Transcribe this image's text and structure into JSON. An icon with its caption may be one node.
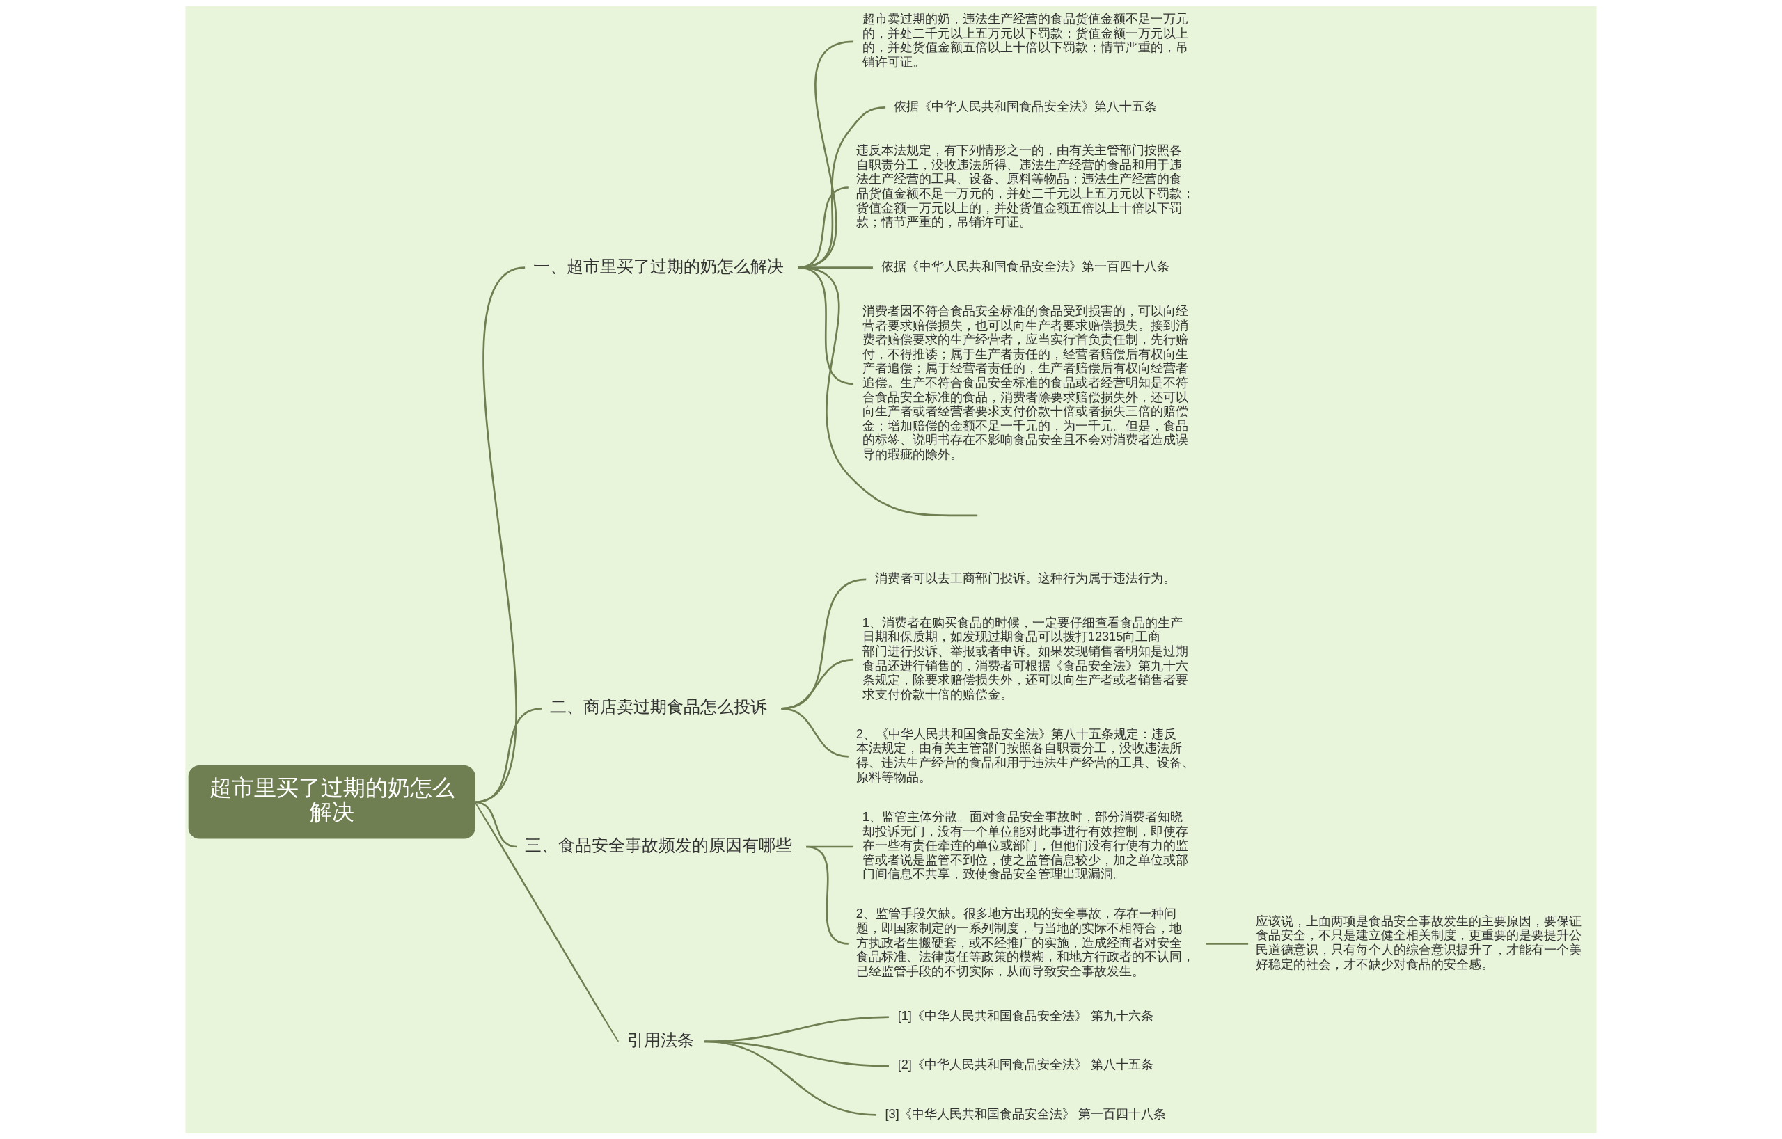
{
  "diagram": {
    "nodes": [
      {
        "text": [
          "超市里买了过期的奶怎么解决"
        ]
      },
      {
        "text": [
          "一、超市里买了过期的奶怎么解决"
        ]
      },
      {
        "text": [
          "超市卖过期的奶，违法生产经营的食品货值金额不足一万元的，并处二千元以上五万元以下罚款；货值金额一万元以上的，并处货值金额五倍以上十倍以下罚款；情节严重的，吊销许可证。"
        ]
      },
      {
        "text": [
          "依据《中华人民共和国食品安全法》第八十五条"
        ]
      },
      {
        "text": [
          "违反本法规定，有下列情形之一的，由有关主管部门按照各自职责分工，没收违法所得、违法生产经营的食品和用于违法生产经营的工具、设备、原料等物品；违法生产经营的食品货值金额不足一万元的，并处二千元以上五万元以下罚款；货值金额一万元以上的，并处货值金额五倍以上十倍以下罚款；情节严重的，吊销许可证。"
        ]
      },
      {
        "text": [
          "依据《中华人民共和国食品安全法》第一百四十八条"
        ]
      },
      {
        "text": [
          "消费者因不符合食品安全标准的食品受到损害的，可以向经营者要求赔偿损失，也可以向生产者要求赔偿损失。接到消费者赔偿要求的生产经营者，应当实行首负责任制，先行赔付，不得推诿；属于生产者责任的，经营者赔偿后有权向生产者追偿；属于经营者责任的，生产者赔偿后有权向经营者追偿。生产不符合食品安全标准的食品或者经营明知是不符合食品安全标准的食品，消费者除要求赔偿损失外，还可以向生产者或者经营者要求支付价款十倍或者损失三倍的赔偿金；增加赔偿的金额不足一千元的，为一千元。但是，食品的标签、说明书存在不影响食品安全且不会对消费者造成误导的瑕疵的除外。"
        ]
      },
      {
        "text": [
          "二、商店卖过期食品怎么投诉"
        ]
      },
      {
        "text": [
          "消费者可以去工商部门投诉。这种行为属于违法行为。"
        ]
      },
      {
        "text": [
          "1、消费者在购买食品的时候，一定要仔细查看食品的生产日期和保质期，如发现过期食品可以拨打12315向工商部门进行投诉、举报或者申诉。如果发现销售者明知是过期食品还进行销售的，消费者可根据《食品安全法》第九十六条规定，除要求赔偿损失外，还可以向生产者或者销售者要求支付价款十倍的赔偿金。"
        ]
      },
      {
        "text": [
          "2、《中华人民共和国食品安全法》第八十五条规定：违反本法规定，由有关主管部门按照各自职责分工，没收违法所得、违法生产经营的食品和用于违法生产经营的工具、设备、原料等物品。"
        ]
      },
      {
        "text": [
          "三、食品安全事故频发的原因有哪些"
        ]
      },
      {
        "text": [
          "1、监管主体分散。面对食品安全事故时，部分消费者知晓却投诉无门，没有一个单位能对此事进行有效控制，即使存在一些有责任牵连的单位或部门，但他们没有行使有力的监管或者说是监管不到位，使之监管信息较少，加之单位或部门间信息不共享，致使食品安全管理出现漏洞。"
        ]
      },
      {
        "text": [
          "2、监管手段欠缺。很多地方出现的安全事故，存在一种问题，即国家制定的一系列制度，与当地的实际不相符合，地方执政者生搬硬套，或不经推广的实施，造成经商者对安全食品标准、法律责任等政策的模糊，和地方行政者的不认同，已经监管手段的不切实际，从而导致安全事故发生。"
        ]
      },
      {
        "text": [
          "应该说，上面两项是食品安全事故发生的主要原因，要保证食品安全，不只是建立健全相关制度，更重要的是要提升公民道德意识，只有每个人的综合意识提升了，才能有一个美好稳定的社会，才不缺少对食品的安全感。"
        ]
      },
      {
        "text": [
          "引用法条"
        ]
      },
      {
        "text": [
          "[1]《中华人民共和国食品安全法》 第九十六条"
        ]
      },
      {
        "text": [
          "[2]《中华人民共和国食品安全法》 第八十五条"
        ]
      },
      {
        "text": [
          "[3]《中华人民共和国食品安全法》 第一百四十八条"
        ]
      }
    ],
    "edges": [
      {
        "from": 0,
        "to": 1,
        "arrow": "none"
      },
      {
        "from": 1,
        "to": 2,
        "arrow": "none"
      },
      {
        "from": 1,
        "to": 3,
        "arrow": "none"
      },
      {
        "from": 1,
        "to": 4,
        "arrow": "none"
      },
      {
        "from": 1,
        "to": 5,
        "arrow": "none"
      },
      {
        "from": 1,
        "to": 6,
        "arrow": "none"
      },
      {
        "from": 1,
        "to": null,
        "arrow": "none"
      },
      {
        "from": 0,
        "to": 7,
        "arrow": "none"
      },
      {
        "from": 7,
        "to": 8,
        "arrow": "none"
      },
      {
        "from": 7,
        "to": 9,
        "arrow": "none"
      },
      {
        "from": 7,
        "to": 10,
        "arrow": "none"
      },
      {
        "from": 0,
        "to": 11,
        "arrow": "none"
      },
      {
        "from": 11,
        "to": 12,
        "arrow": "none"
      },
      {
        "from": 11,
        "to": 13,
        "arrow": "none"
      },
      {
        "from": 13,
        "to": 14,
        "arrow": "none"
      },
      {
        "from": 0,
        "to": 15,
        "arrow": "none"
      },
      {
        "from": 15,
        "to": 16,
        "arrow": "none"
      },
      {
        "from": 15,
        "to": 17,
        "arrow": "none"
      },
      {
        "from": 15,
        "to": 18,
        "arrow": "none"
      }
    ]
  }
}
